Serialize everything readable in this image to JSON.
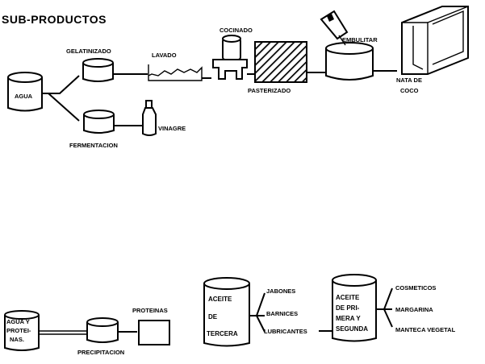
{
  "title": "SUB-PRODUCTOS",
  "top": {
    "agua": "AGUA",
    "gelatinizado": "GELATINIZADO",
    "lavado": "LAVADO",
    "cocinado": "COCINADO",
    "pasterizado": "PASTERIZADO",
    "embulitar": "EMBULITAR",
    "nata_line1": "NATA DE",
    "nata_line2": "COCO",
    "fermentacion": "FERMENTACION",
    "vinagre": "VINAGRE"
  },
  "bottom": {
    "agua_prot_line1": "AGUA Y",
    "agua_prot_line2": "PROTEI-",
    "agua_prot_line3": "NAS.",
    "precipitacion": "PRECIPITACION",
    "proteinas": "PROTEINAS",
    "aceite3_line1": "ACEITE",
    "aceite3_line2": "DE",
    "aceite3_line3": "TERCERA",
    "jabones": "JABONES",
    "barnices": "BARNICES",
    "lubricantes": "LUBRICANTES",
    "aceite1_line1": "ACEITE",
    "aceite1_line2": "DE PRI-",
    "aceite1_line3": "MERA Y",
    "aceite1_line4": "SEGUNDA",
    "cosmeticos": "COSMETICOS",
    "margarina": "MARGARINA",
    "manteca": "MANTECA VEGETAL"
  }
}
